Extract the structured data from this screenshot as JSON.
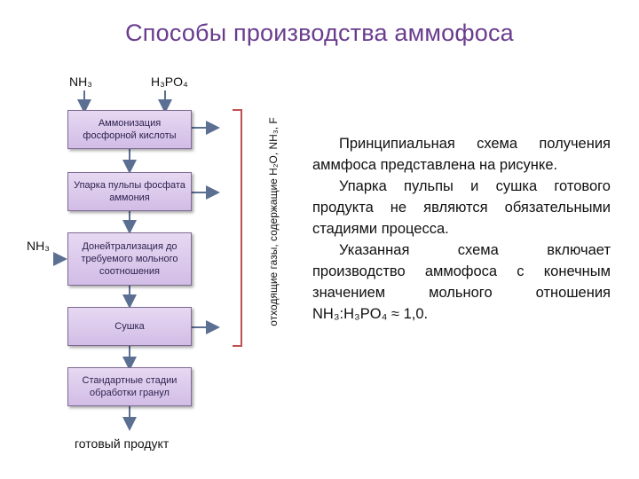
{
  "title": "Способы производства аммофоса",
  "inputs": {
    "nh3_top": "NH₃",
    "h3po4": "H₃PO₄",
    "nh3_side": "NH₃"
  },
  "boxes": [
    "Аммонизация фосфорной кислоты",
    "Упарка пульпы фосфата аммония",
    "Донейтрализация до требуемого мольного соотношения",
    "Сушка",
    "Стандартные стадии обработки гранул"
  ],
  "output": "готовый продукт",
  "offgas_label": "отходящие газы, содержащие H₂O, NH₃, F",
  "paragraphs": [
    "Принципиальная схема получения аммфоса представлена на рисунке.",
    "Упарка пульпы и сушка готового продукта не являются обязательными стадиями процесса.",
    "Указанная схема включает производство аммофоса с конечным значением мольного отношения NH₃:H₃PO₄ ≈ 1,0."
  ],
  "colors": {
    "title": "#6a3c8e",
    "box_fill": "#dccbee",
    "box_border": "#7f6b93",
    "arrow": "#5b6f93"
  }
}
